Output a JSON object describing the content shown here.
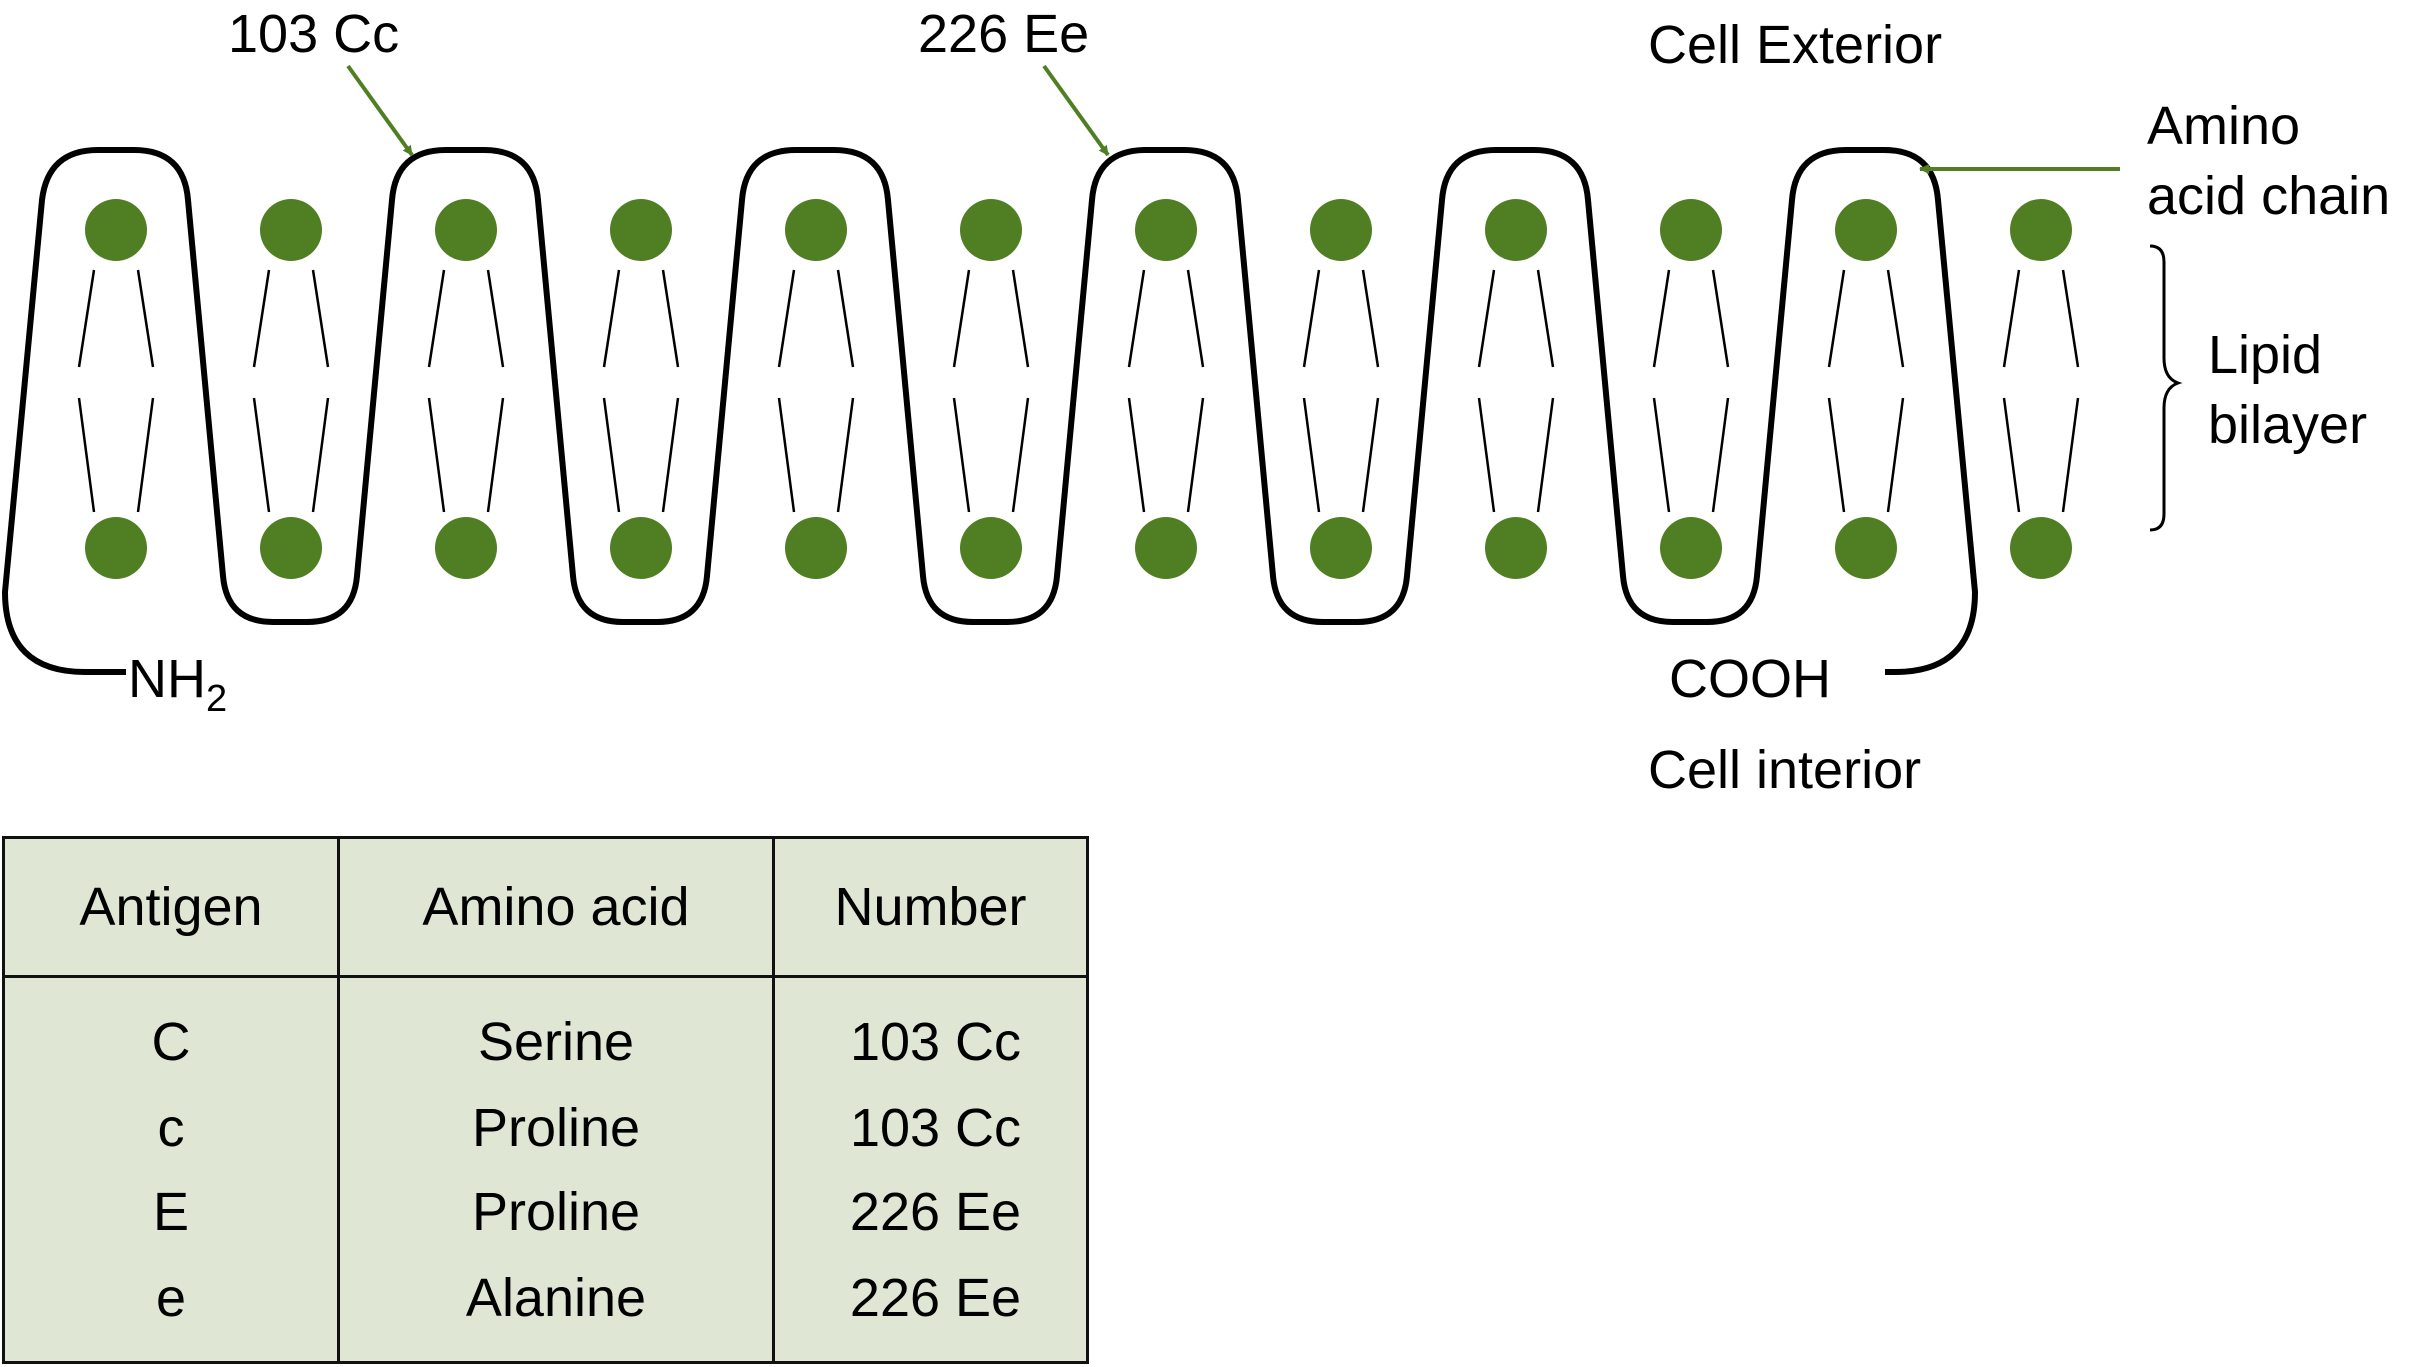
{
  "colors": {
    "accent_green": "#507f23",
    "table_fill": "#dfe6d3",
    "outline": "#000000"
  },
  "diagram": {
    "label_103": "103 Cc",
    "label_226": "226 Ee",
    "cell_exterior": "Cell Exterior",
    "amino_line1": "Amino",
    "amino_line2": "acid chain",
    "lipid_line1": "Lipid",
    "lipid_line2": "bilayer",
    "nh_text": "NH",
    "nh_sub": "2",
    "cooh": "COOH",
    "cell_interior": "Cell interior"
  },
  "table": {
    "headers": [
      "Antigen",
      "Amino acid",
      "Number"
    ],
    "rows": [
      [
        "C",
        "Serine",
        "103 Cc"
      ],
      [
        "c",
        "Proline",
        "103 Cc"
      ],
      [
        "E",
        "Proline",
        "226 Ee"
      ],
      [
        "e",
        "Alanine",
        "226 Ee"
      ]
    ]
  }
}
